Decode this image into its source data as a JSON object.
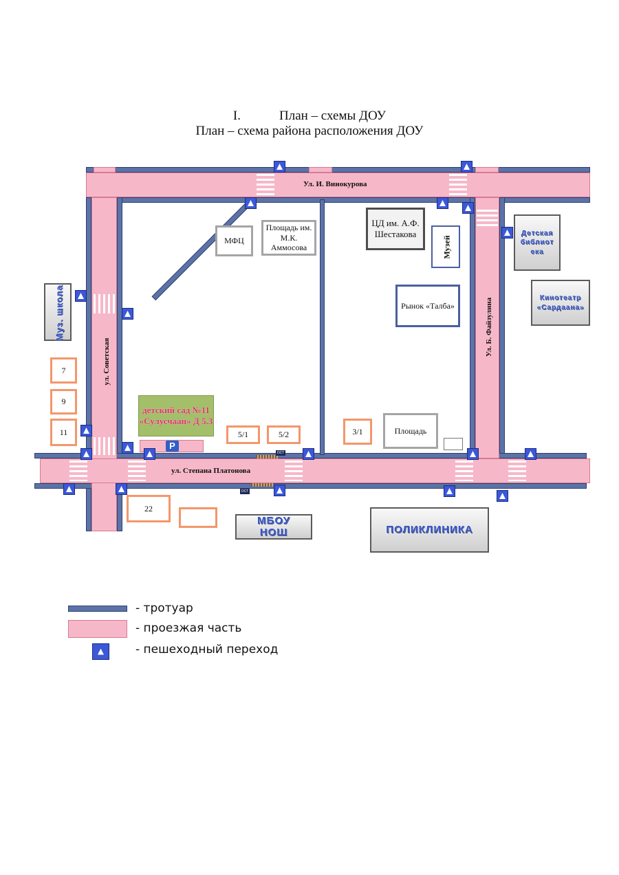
{
  "heading": {
    "number": "I.",
    "title": "План – схемы ДОУ",
    "subtitle": "План – схема района расположения ДОУ"
  },
  "streets": {
    "vinokurova": "Ул. И. Винокурова",
    "sovetskaya": "ул. Советская",
    "faizulina": "Ул. Б. Файзулина",
    "platonova": "ул. Степана Платонова"
  },
  "buildings": {
    "mfc": "МФЦ",
    "square_ammosov": "Площадь им. М.К. Аммосова",
    "cd_shestakov": "ЦД им. А.Ф. Шестакова",
    "museum": "Музей",
    "children_library": "Детская библиот ека",
    "market": "Рынок «Талба»",
    "cinema": "Кинотеатр «Сардаана»",
    "music_school": "Муз. школа",
    "house_7": "7",
    "house_9": "9",
    "house_11": "11",
    "kindergarten": "детский сад №11 «Сулусчаан» Д 5.3",
    "parking": "P",
    "house_5_1": "5/1",
    "house_5_2": "5/2",
    "house_3_1": "3/1",
    "square": "Площадь",
    "house_22": "22",
    "school": "МБОУ НОШ",
    "polyclinic": "ПОЛИКЛИНИКА"
  },
  "stops": {
    "label": "ОСТ"
  },
  "legend": {
    "sidewalk": "- тротуар",
    "roadway": "- проезжая часть",
    "crossing": "- пешеходный переход"
  },
  "colors": {
    "sidewalk": "#5c73a8",
    "roadway": "#f6b8c8",
    "crossing": "#3b58d8",
    "kindergarten_fill": "#a3bf6a",
    "kindergarten_text": "#e5316a"
  },
  "icons": {
    "crossing": "pedestrian-crossing-icon",
    "parking": "parking-icon",
    "bus_stop": "bus-stop-icon"
  }
}
